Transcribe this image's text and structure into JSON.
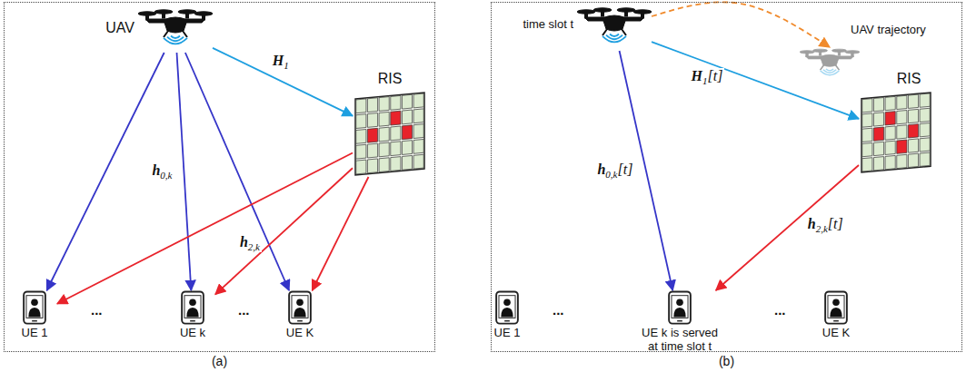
{
  "diagram": {
    "nodes": [
      {
        "text": [
          "(a)"
        ]
      },
      {
        "text": [
          "UAV"
        ],
        "in": 0
      },
      {
        "text": [
          "RIS"
        ],
        "in": 0
      },
      {
        "text": [
          "UE 1"
        ],
        "in": 0
      },
      {
        "text": [
          "UE k"
        ],
        "in": 0
      },
      {
        "text": [
          "UE K"
        ],
        "in": 0
      },
      {
        "text": [
          "(b)"
        ]
      },
      {
        "text": [
          "time slot t"
        ],
        "in": 6
      },
      {
        "text": [
          "UAV trajectory"
        ],
        "in": 6
      },
      {
        "text": [
          "RIS"
        ],
        "in": 6
      },
      {
        "text": [
          "UE 1"
        ],
        "in": 6
      },
      {
        "text": [
          "UE k is served at time slot t"
        ],
        "in": 6
      },
      {
        "text": [
          "UE K"
        ],
        "in": 6
      }
    ],
    "edges": [
      {
        "from": 1,
        "to": 2,
        "arrow": "to",
        "label": "H1"
      },
      {
        "from": 1,
        "to": 3,
        "arrow": "to"
      },
      {
        "from": 1,
        "to": 4,
        "arrow": "to",
        "label": "h0,k"
      },
      {
        "from": 1,
        "to": 5,
        "arrow": "to"
      },
      {
        "from": 2,
        "to": 3,
        "arrow": "to"
      },
      {
        "from": 2,
        "to": 4,
        "arrow": "to",
        "label": "h2,k"
      },
      {
        "from": 2,
        "to": 5,
        "arrow": "to"
      },
      {
        "from": 7,
        "to": 8,
        "arrow": "to"
      },
      {
        "from": 7,
        "to": 9,
        "arrow": "to",
        "label": "H1[t]"
      },
      {
        "from": 7,
        "to": 11,
        "arrow": "to",
        "label": "h0,k[t]"
      },
      {
        "from": 9,
        "to": 11,
        "arrow": "to",
        "label": "h2,k[t]"
      }
    ],
    "labels": [
      "...",
      "...",
      "...",
      "..."
    ]
  }
}
